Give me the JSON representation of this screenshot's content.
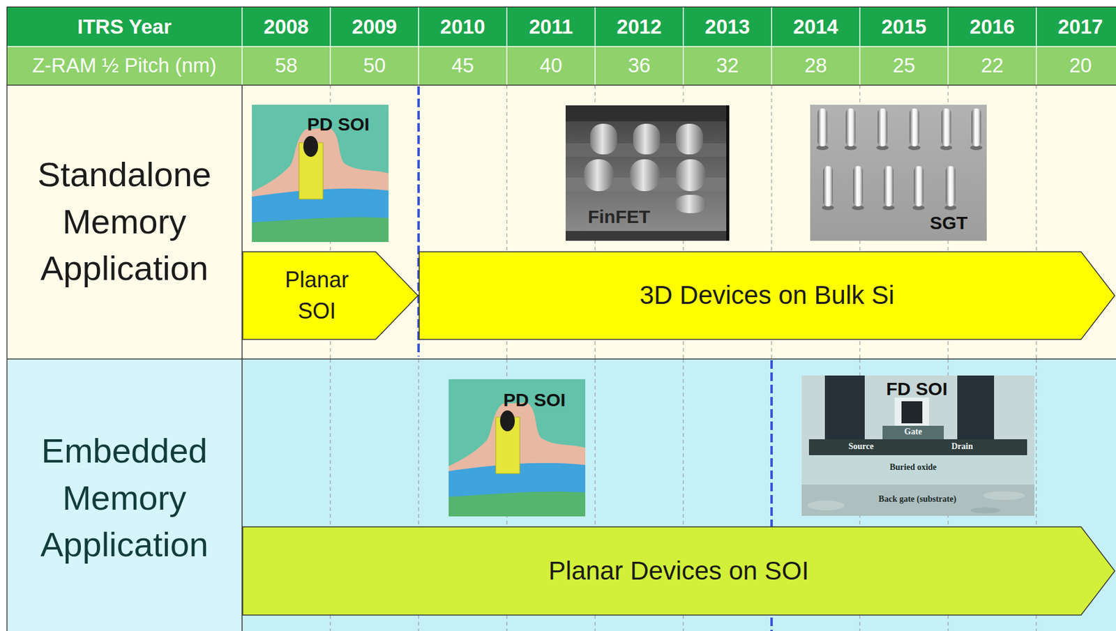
{
  "diagram": {
    "nodes": [
      {
        "text": [
          "Planar SOI"
        ]
      },
      {
        "text": [
          "3D Devices on Bulk Si"
        ]
      },
      {
        "text": [
          "Planar Devices on SOI"
        ]
      }
    ],
    "labels": [
      "ITRS Year",
      "2008",
      "2009",
      "2010",
      "2011",
      "2012",
      "2013",
      "2014",
      "2015",
      "2016",
      "2017",
      "Z-RAM ½ Pitch (nm)",
      "58",
      "50",
      "45",
      "40",
      "36",
      "32",
      "28",
      "25",
      "22",
      "20",
      "Standalone Memory Application",
      "PD SOI",
      "FinFET",
      "SGT",
      "Embedded Memory Application",
      "PD SOI",
      "FD SOI",
      "Gate",
      "Source",
      "Drain",
      "Buried oxide",
      "Back gate (substrate)"
    ]
  }
}
